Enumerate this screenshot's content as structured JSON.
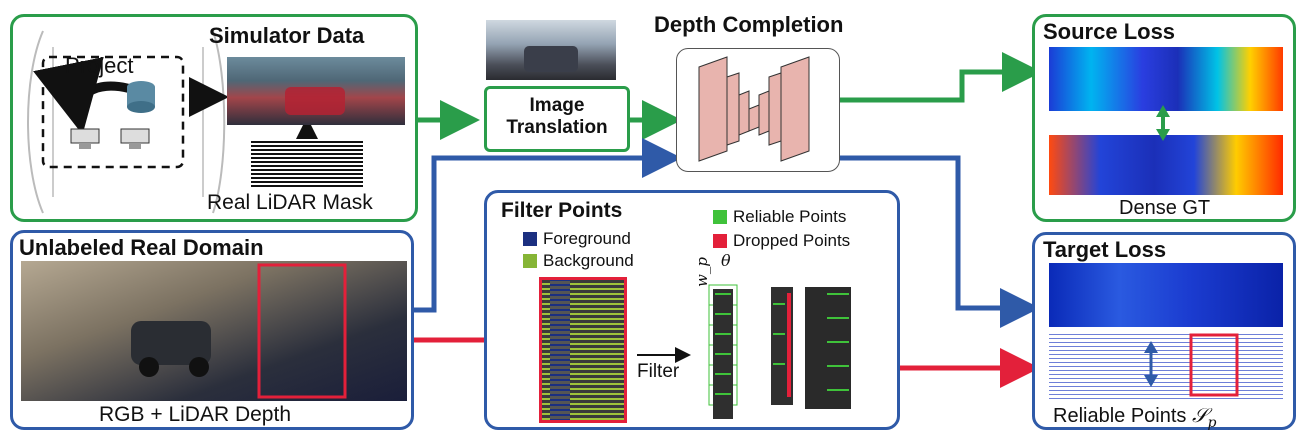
{
  "simulator": {
    "title": "Simulator Data",
    "project_label": "Project",
    "mask_label": "Real LiDAR Mask"
  },
  "translation": {
    "label_line1": "Image",
    "label_line2": "Translation"
  },
  "depth": {
    "title": "Depth Completion"
  },
  "unlabeled": {
    "title": "Unlabeled Real Domain",
    "caption": "RGB + LiDAR Depth"
  },
  "filter": {
    "title": "Filter Points",
    "legend": [
      {
        "label": "Foreground",
        "color": "#1b2f80"
      },
      {
        "label": "Background",
        "color": "#86b536"
      },
      {
        "label": "Reliable Points",
        "color": "#3fc23a"
      },
      {
        "label": "Dropped Points",
        "color": "#e3203a"
      }
    ],
    "arrow_label": "Filter",
    "theta": "θ",
    "wp": "w_p"
  },
  "source_loss": {
    "title": "Source Loss",
    "caption": "Dense GT"
  },
  "target_loss": {
    "title": "Target Loss",
    "caption": "Reliable Points",
    "symbol": "𝒮",
    "symbol_sub": "p"
  },
  "colors": {
    "green": "#2a9d4a",
    "blue": "#2f5aa8",
    "red": "#e3203a",
    "net": "#e8b4ae"
  }
}
